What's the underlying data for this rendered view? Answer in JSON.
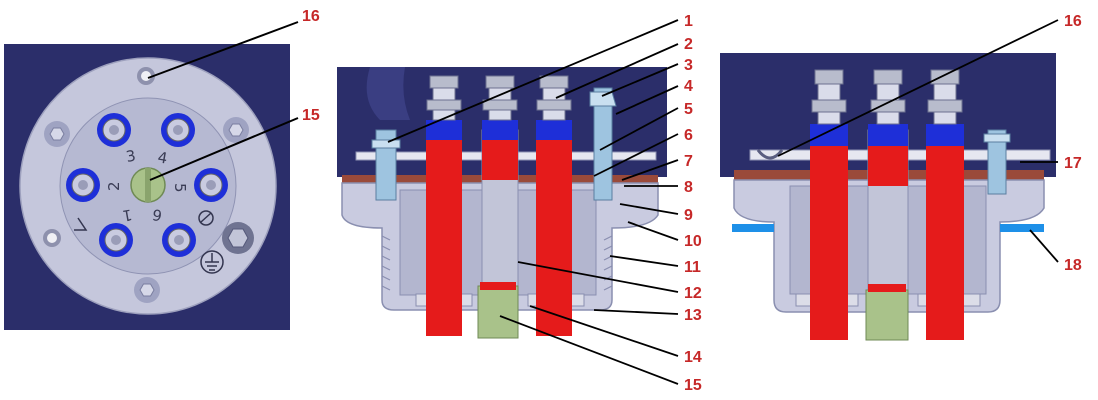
{
  "colors": {
    "housing_dark": "#2b2e6a",
    "face_light": "#c9cbe0",
    "callout_text": "#c62828",
    "conductor_red": "#e51b1b",
    "insulator_blue": "#1e2fd8",
    "earth_green": "#a9c28a",
    "gasket_brown": "#9a4a3a",
    "seal_blue": "#1e90e8",
    "metal": "#b8bccc"
  },
  "front_view": {
    "pin_digits": [
      "3",
      "4",
      "2",
      "5",
      "1",
      "6"
    ],
    "callouts": [
      "16",
      "15"
    ]
  },
  "section_view": {
    "callouts": [
      "1",
      "2",
      "3",
      "4",
      "5",
      "6",
      "7",
      "8",
      "9",
      "10",
      "11",
      "12",
      "13",
      "14",
      "15"
    ]
  },
  "side_view": {
    "callouts": [
      "16",
      "17",
      "18"
    ]
  }
}
